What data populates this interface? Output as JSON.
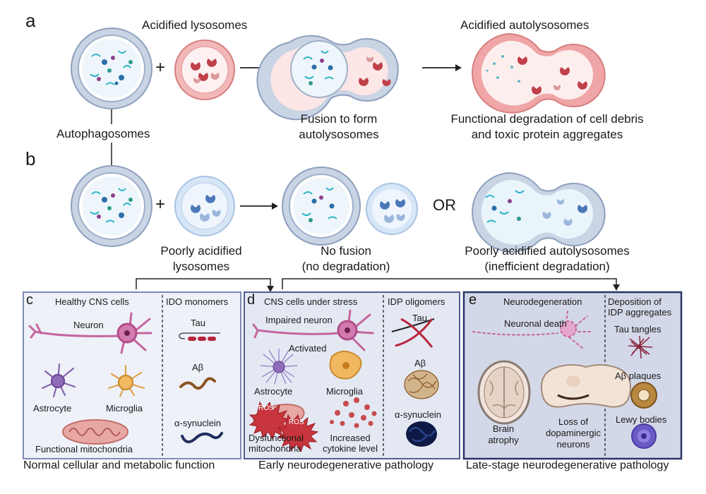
{
  "panel_letters": {
    "a": "a",
    "b": "b",
    "c": "c",
    "d": "d",
    "e": "e"
  },
  "row_a": {
    "lysosomes_label": "Acidified lysosomes",
    "autolysosomes_label": "Acidified autolysosomes",
    "plus": "+",
    "fusion_label": [
      "Fusion to form",
      "autolysosomes"
    ],
    "degradation_label": [
      "Functional degradation of cell debris",
      "and toxic protein aggregates"
    ]
  },
  "autophagosomes_label": "Autophagosomes",
  "row_b": {
    "plus": "+",
    "poor_lysosomes_label": [
      "Poorly acidified",
      "lysosomes"
    ],
    "no_fusion_label": [
      "No fusion",
      "(no degradation)"
    ],
    "or_label": "OR",
    "poor_autolysosomes_label": [
      "Poorly acidified autolysosomes",
      "(inefficient degradation)"
    ]
  },
  "panel_c": {
    "title": "Healthy CNS cells",
    "side_title": "IDO monomers",
    "neuron": "Neuron",
    "astrocyte": "Astrocyte",
    "microglia": "Microglia",
    "mitochondria": "Functional mitochondria",
    "tau": "Tau",
    "abeta": "Aβ",
    "asyn": "α-synuclein",
    "caption": "Normal cellular and metabolic function"
  },
  "panel_d": {
    "title": "CNS cells under stress",
    "side_title": "IDP oligomers",
    "neuron": "Impaired neuron",
    "activated": "Activated",
    "astrocyte": "Astrocyte",
    "microglia": "Microglia",
    "ros": "ROS",
    "mito": [
      "Dysfunctional",
      "mitochondria"
    ],
    "cytokine": [
      "Increased",
      "cytokine level"
    ],
    "tau": "Tau",
    "abeta": "Aβ",
    "asyn": "α-synuclein",
    "caption": "Early neurodegenerative pathology"
  },
  "panel_e": {
    "title": "Neurodegeneration",
    "side_title": [
      "Deposition of",
      "IDP aggregates"
    ],
    "neuron": "Neuronal death",
    "brain": [
      "Brain",
      "atrophy"
    ],
    "loss": [
      "Loss of",
      "dopaminergic",
      "neurons"
    ],
    "tau": "Tau tangles",
    "abeta": "Aβ plaques",
    "lewy": "Lewy bodies",
    "caption": "Late-stage neurodegenerative pathology"
  },
  "colors": {
    "membrane": "#b8c6dc",
    "lysosome_red": "#e59a9a",
    "lysosome_pale": "#cfe1f5",
    "panel_c_bg": "#eef1f8",
    "panel_d_bg": "#e6e9f4",
    "panel_e_bg": "#d3d8e8",
    "neuron_pink": "#c5649e",
    "astrocyte_purple": "#7f5aa8",
    "microglia_orange": "#e7ad55"
  }
}
